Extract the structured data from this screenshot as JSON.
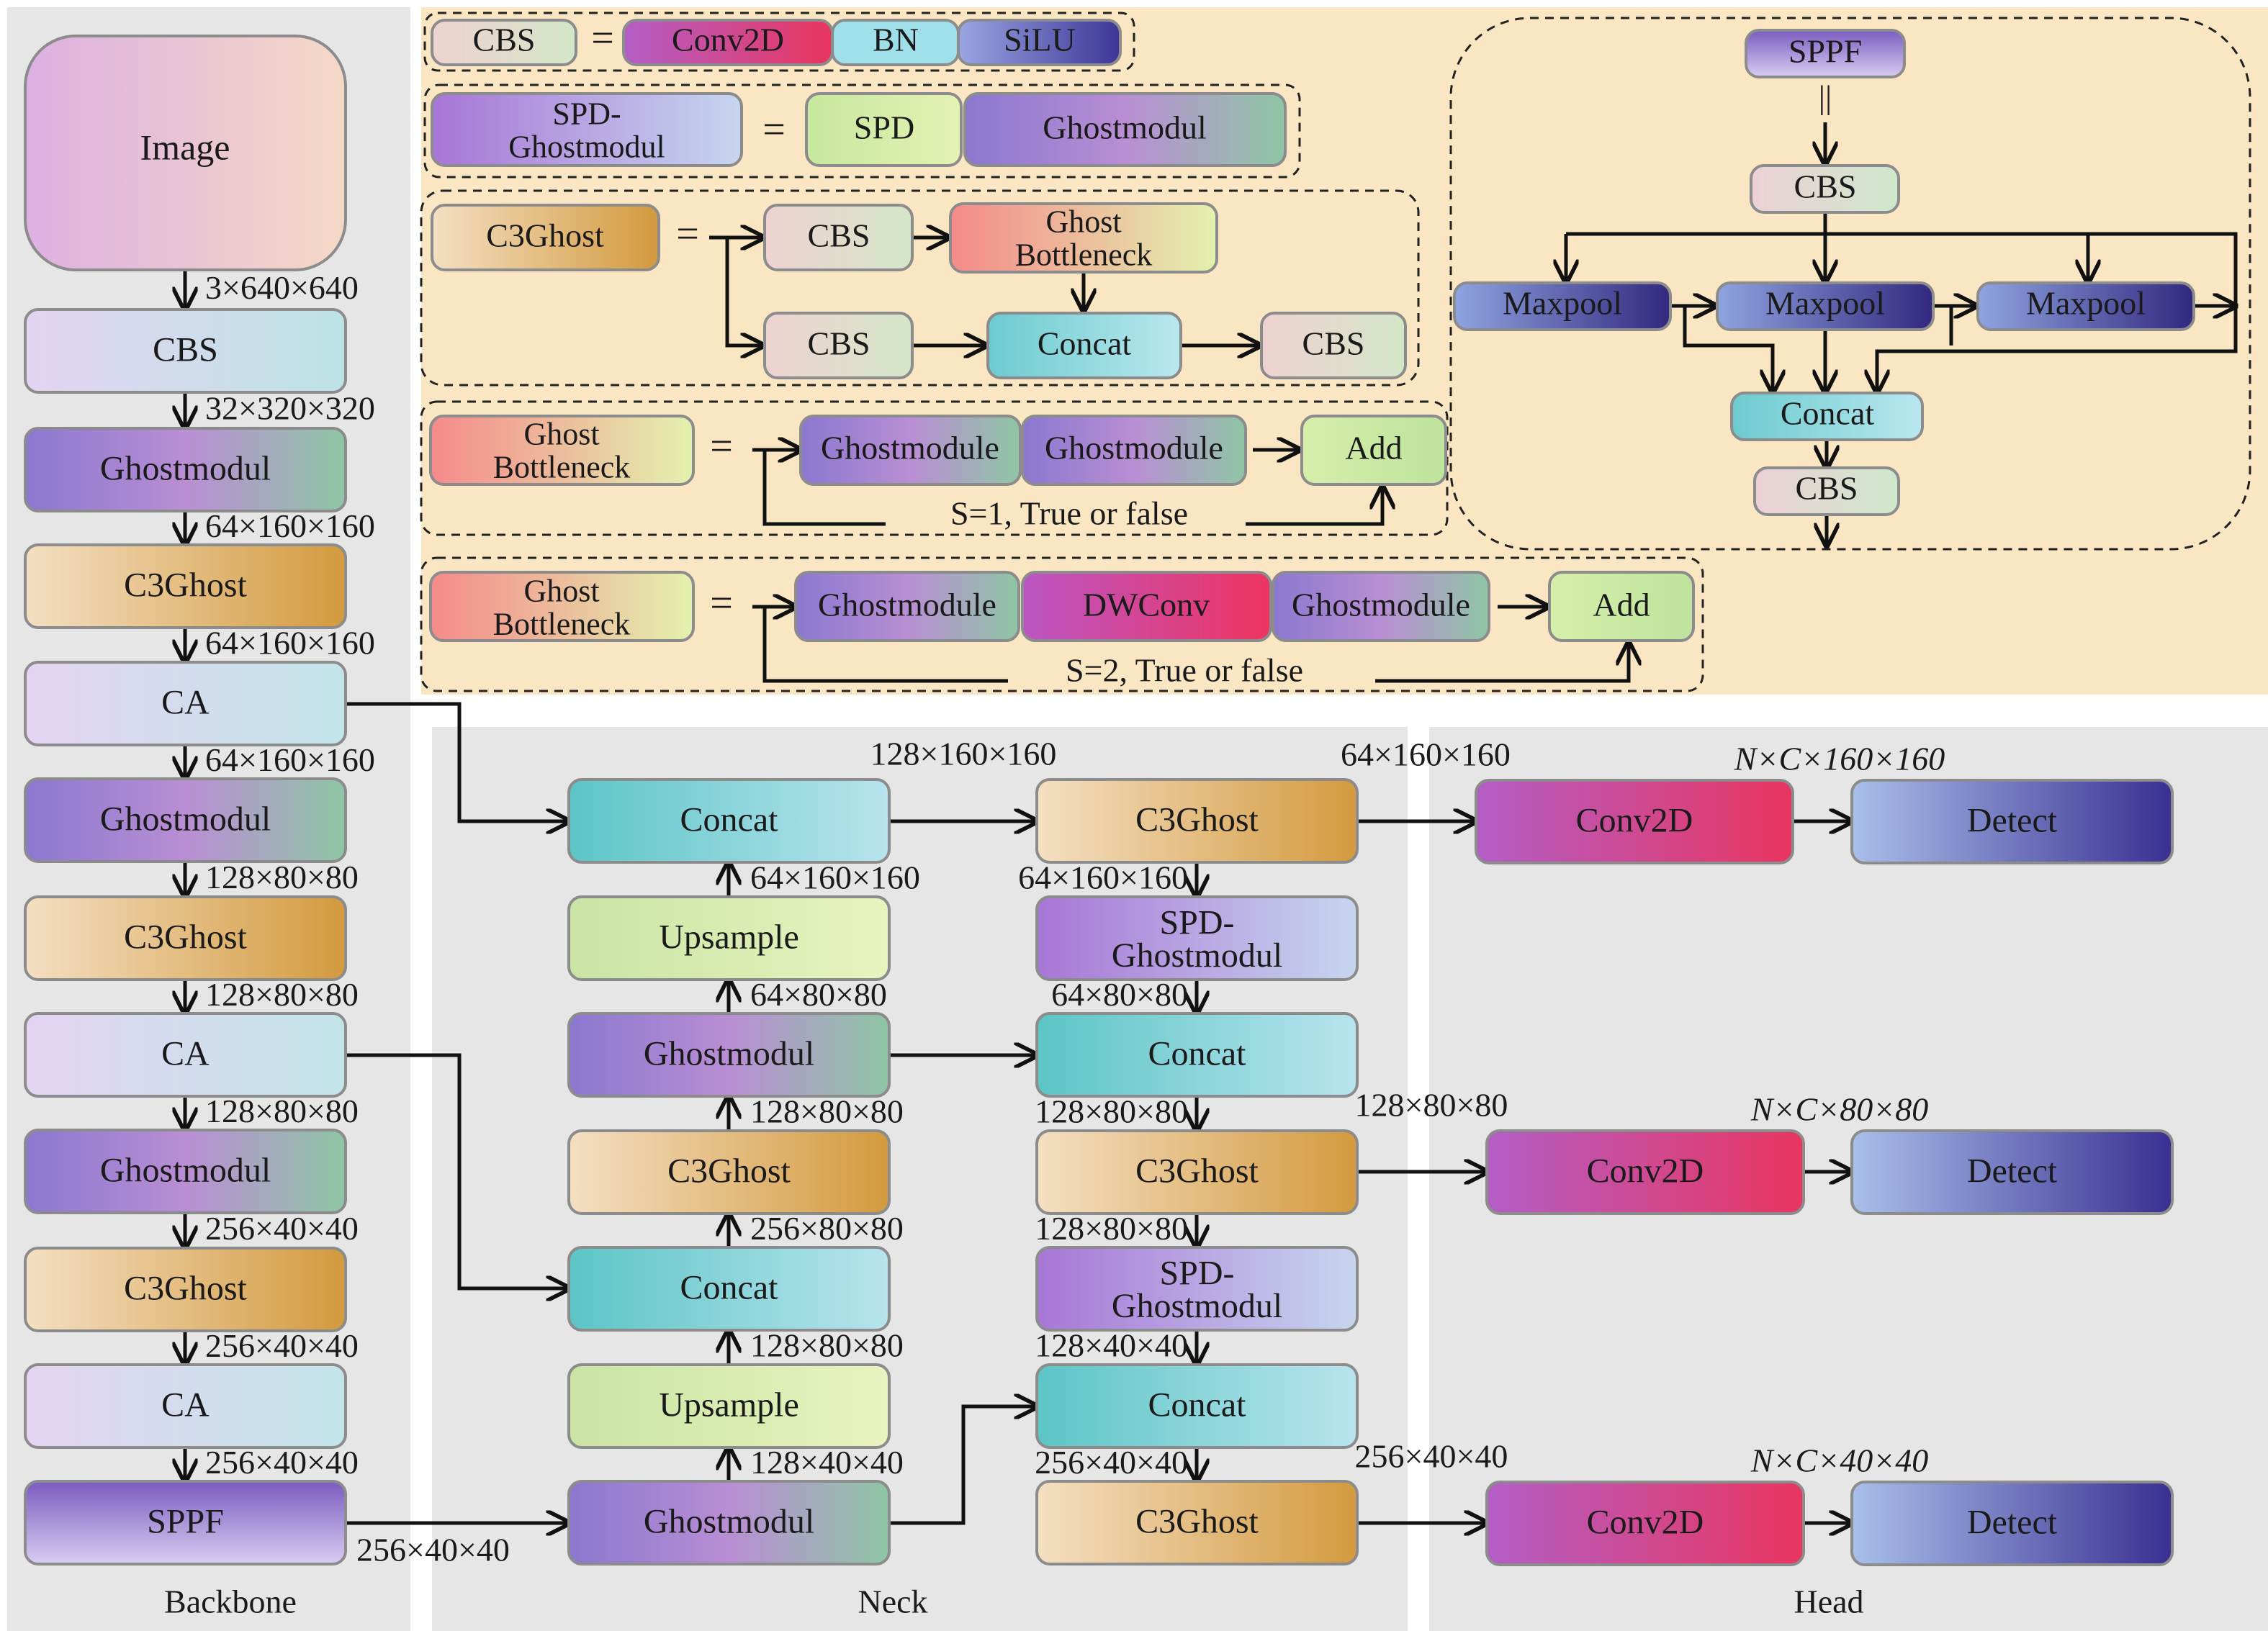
{
  "sections": {
    "backbone": "Backbone",
    "neck": "Neck",
    "head": "Head"
  },
  "backbone": {
    "nodes": [
      "Image",
      "CBS",
      "Ghostmodul",
      "C3Ghost",
      "CA",
      "Ghostmodul",
      "C3Ghost",
      "CA",
      "Ghostmodul",
      "C3Ghost",
      "CA",
      "SPPF"
    ],
    "dims": [
      "3×640×640",
      "32×320×320",
      "64×160×160",
      "64×160×160",
      "64×160×160",
      "128×80×80",
      "128×80×80",
      "128×80×80",
      "256×40×40",
      "256×40×40",
      "256×40×40"
    ],
    "sppf_out": "256×40×40"
  },
  "neck": {
    "left": [
      "Concat",
      "Upsample",
      "Ghostmodul",
      "C3Ghost",
      "Concat",
      "Upsample",
      "Ghostmodul"
    ],
    "left_dims": [
      "64×160×160",
      "64×80×80",
      "128×80×80",
      "256×80×80",
      "128×80×80",
      "128×40×40"
    ],
    "right": [
      "C3Ghost",
      "SPD-Ghostmodul",
      "Concat",
      "C3Ghost",
      "SPD-Ghostmodul",
      "Concat",
      "C3Ghost"
    ],
    "right_dims": [
      "64×160×160",
      "64×80×80",
      "128×80×80",
      "128×80×80",
      "128×40×40",
      "256×40×40"
    ],
    "top_concat_out": "128×160×160",
    "out_dims": [
      "64×160×160",
      "128×80×80",
      "256×40×40"
    ]
  },
  "head": {
    "conv": "Conv2D",
    "detect": "Detect",
    "scales": [
      "N×C×160×160",
      "N×C×80×80",
      "N×C×40×40"
    ]
  },
  "legend": {
    "cbs": {
      "lhs": "CBS",
      "eq": "=",
      "parts": [
        "Conv2D",
        "BN",
        "SiLU"
      ]
    },
    "spd": {
      "lhs": "SPD-Ghostmodul",
      "eq": "=",
      "parts": [
        "SPD",
        "Ghostmodul"
      ]
    },
    "c3ghost": {
      "lhs": "C3Ghost",
      "eq": "=",
      "cbs1": "CBS",
      "bottleneck": "Ghost Bottleneck",
      "cbs2": "CBS",
      "concat": "Concat",
      "cbs3": "CBS"
    },
    "gb1": {
      "lhs": "Ghost Bottleneck",
      "eq": "=",
      "m1": "Ghostmodule",
      "m2": "Ghostmodule",
      "add": "Add",
      "note": "S=1, True or false"
    },
    "gb2": {
      "lhs": "Ghost Bottleneck",
      "eq": "=",
      "m1": "Ghostmodule",
      "dw": "DWConv",
      "m2": "Ghostmodule",
      "add": "Add",
      "note": "S=2, True or false"
    },
    "sppf": {
      "title": "SPPF",
      "eq": "||",
      "cbs_in": "CBS",
      "pools": [
        "Maxpool",
        "Maxpool",
        "Maxpool"
      ],
      "concat": "Concat",
      "cbs_out": "CBS"
    }
  },
  "colors": {
    "panel": "#e6e6e6",
    "legend_bg": "#fae6c2",
    "stroke": "#8c8c8c",
    "arrow": "#111111",
    "image_a": "#dcb0e2",
    "image_b": "#f5d9c6",
    "cbs_a": "#e3d4f1",
    "cbs_b": "#bde3e6",
    "ghost_a": "#8a78cf",
    "ghost_b": "#b98ed4",
    "ghost_c": "#8fc6a5",
    "c3_a": "#f4dfc2",
    "c3_b": "#d39a3e",
    "ca_a": "#e4d4f2",
    "ca_b": "#c2e4e9",
    "sppf_a": "#7a5cc1",
    "sppf_b": "#d8cdf1",
    "concat_a": "#5cc5c6",
    "concat_b": "#b8e4ee",
    "upsample_a": "#c9e4a4",
    "upsample_b": "#e9f3bf",
    "spd_a": "#a876d6",
    "spd_b": "#c7d6ef",
    "conv_a": "#b35ec6",
    "conv_b": "#e9355f",
    "detect_a": "#a9c0ea",
    "detect_b": "#3a2f92",
    "cbsl_a": "#eed2d0",
    "cbsl_b": "#d4e6c8",
    "bn": "#9fdfea",
    "silu_a": "#9aa6e2",
    "silu_b": "#3d3597",
    "spdl_a": "#c6e79e",
    "spdl_b": "#e5f2b3",
    "gbneck_a": "#f58a8a",
    "gbneck_b": "#e3f1ae",
    "add_a": "#d6efaa",
    "add_b": "#bde39d",
    "dw_a": "#bb56c4",
    "dw_b": "#ee3460",
    "maxpool_a": "#8ea4e0",
    "maxpool_b": "#33287f",
    "concat_l_a": "#6ccbcf",
    "concat_l_b": "#b9e7ef",
    "cbs_sp_a": "#ecd0d6",
    "cbs_sp_b": "#cfe8cc"
  }
}
